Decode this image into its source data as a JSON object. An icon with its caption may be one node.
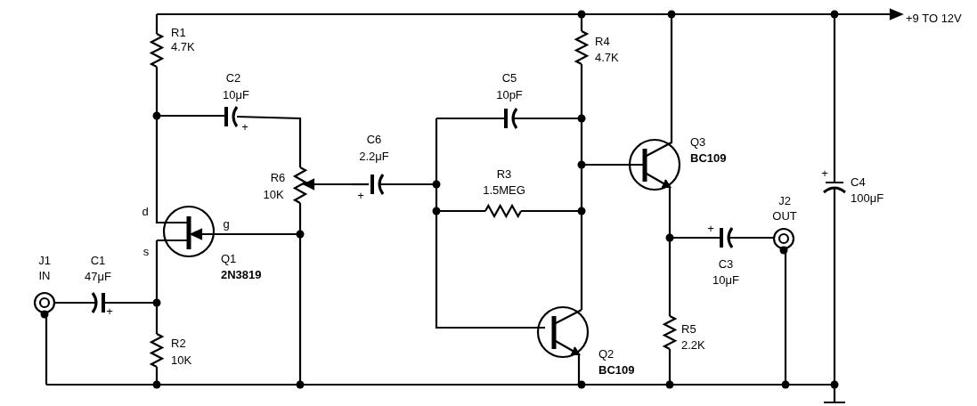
{
  "diagram": {
    "labels": [
      "+9 TO 12V",
      "R1",
      "4.7K",
      "R4",
      "4.7K",
      "C2",
      "10μF",
      "+",
      "C5",
      "10pF",
      "C6",
      "2.2μF",
      "+",
      "Q3",
      "BC109",
      "R6",
      "10K",
      "R3",
      "1.5MEG",
      "+",
      "C4",
      "100μF",
      "J2",
      "OUT",
      "d",
      "g",
      "+",
      "J1",
      "IN",
      "C1",
      "47μF",
      "s",
      "Q1",
      "2N3819",
      "+",
      "C3",
      "10μF",
      "R2",
      "10K",
      "R5",
      "2.2K",
      "Q2",
      "BC109"
    ]
  }
}
